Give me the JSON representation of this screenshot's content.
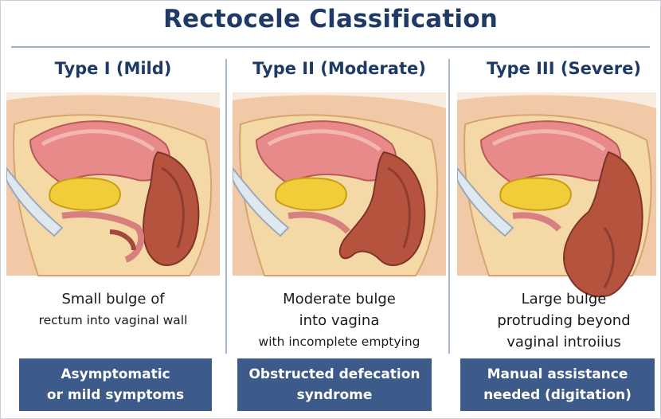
{
  "title": "Rectocele Classification",
  "colors": {
    "title": "#1f3a66",
    "box_bg": "#3c5a8a",
    "box_text": "#ffffff",
    "tissue_pink": "#e88a8a",
    "rectum": "#b5533f",
    "bladder": "#f1cd3a",
    "skin": "#f2c9a7"
  },
  "columns": [
    {
      "heading": "Type I (Mild)",
      "description": [
        "Small bulge of",
        "rectum into vaginal wall"
      ],
      "symptom": [
        "Asymptomatic",
        "or mild symptoms"
      ]
    },
    {
      "heading": "Type II (Moderate)",
      "description": [
        "Moderate bulge",
        "into vagina",
        "with incomplete emptying"
      ],
      "symptom": [
        "Obstructed defecation",
        "syndrome"
      ]
    },
    {
      "heading": "Type III (Severe)",
      "description": [
        "Large bulge",
        "protruding beyond",
        "vaginal introiius"
      ],
      "symptom": [
        "Manual assistance",
        "needed (digitation)"
      ]
    }
  ]
}
